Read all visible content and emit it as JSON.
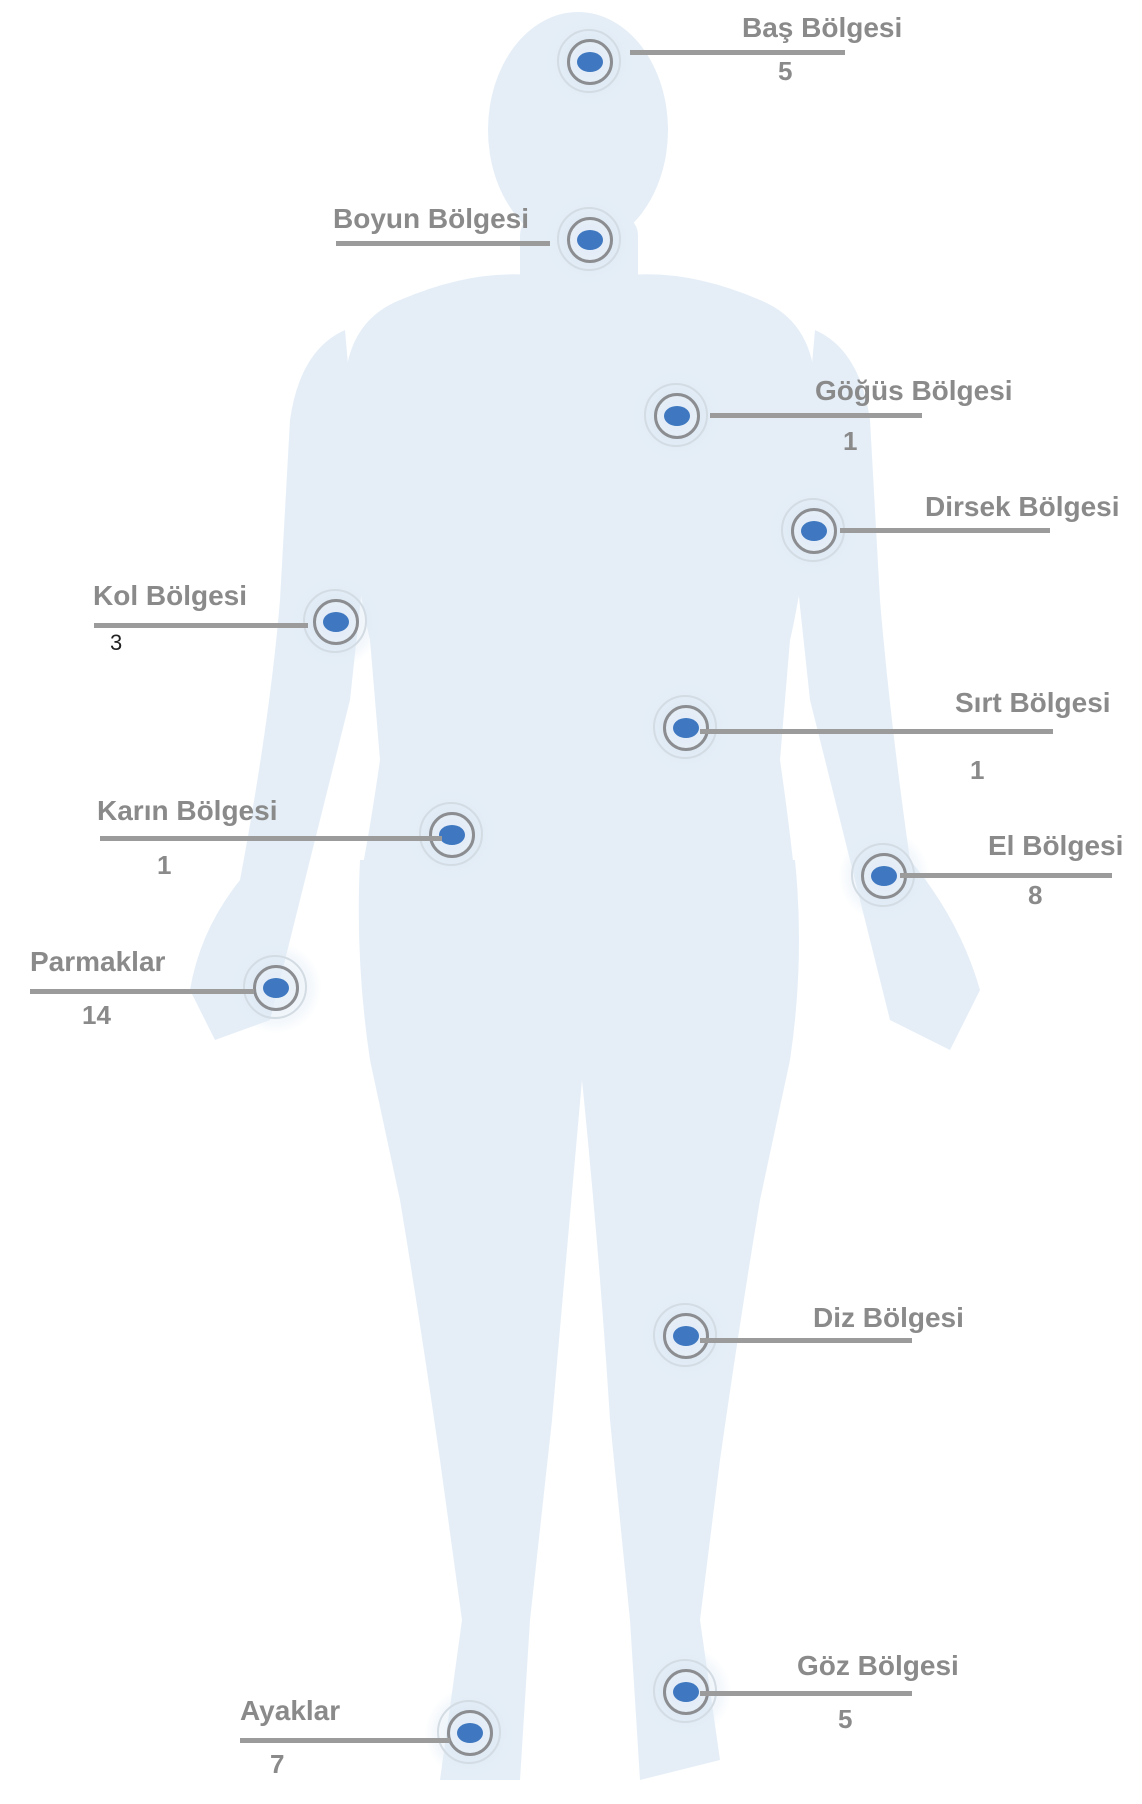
{
  "colors": {
    "silhouette": "#e5eef7",
    "leader": "#9b9b9b",
    "label_text": "#8a8a8a",
    "dot": "#3f78c0",
    "ring": "#8b8d90"
  },
  "regions": [
    {
      "id": "bas",
      "label": "Baş Bölgesi",
      "value": "5",
      "icon": "target-icon"
    },
    {
      "id": "boyun",
      "label": "Boyun Bölgesi",
      "value": "",
      "icon": "target-icon"
    },
    {
      "id": "gogus",
      "label": "Göğüs Bölgesi",
      "value": "1",
      "icon": "target-icon"
    },
    {
      "id": "dirsek",
      "label": "Dirsek Bölgesi",
      "value": "",
      "icon": "target-icon"
    },
    {
      "id": "kol",
      "label": "Kol Bölgesi",
      "value": "3",
      "icon": "target-icon"
    },
    {
      "id": "sirt",
      "label": "Sırt Bölgesi",
      "value": "1",
      "icon": "target-icon"
    },
    {
      "id": "karin",
      "label": "Karın Bölgesi",
      "value": "1",
      "icon": "target-icon"
    },
    {
      "id": "el",
      "label": "El Bölgesi",
      "value": "8",
      "icon": "target-icon"
    },
    {
      "id": "parmaklar",
      "label": "Parmaklar",
      "value": "14",
      "icon": "target-icon"
    },
    {
      "id": "diz",
      "label": "Diz Bölgesi",
      "value": "",
      "icon": "target-icon"
    },
    {
      "id": "goz",
      "label": "Göz Bölgesi",
      "value": "5",
      "icon": "target-icon"
    },
    {
      "id": "ayaklar",
      "label": "Ayaklar",
      "value": "7",
      "icon": "target-icon"
    }
  ]
}
